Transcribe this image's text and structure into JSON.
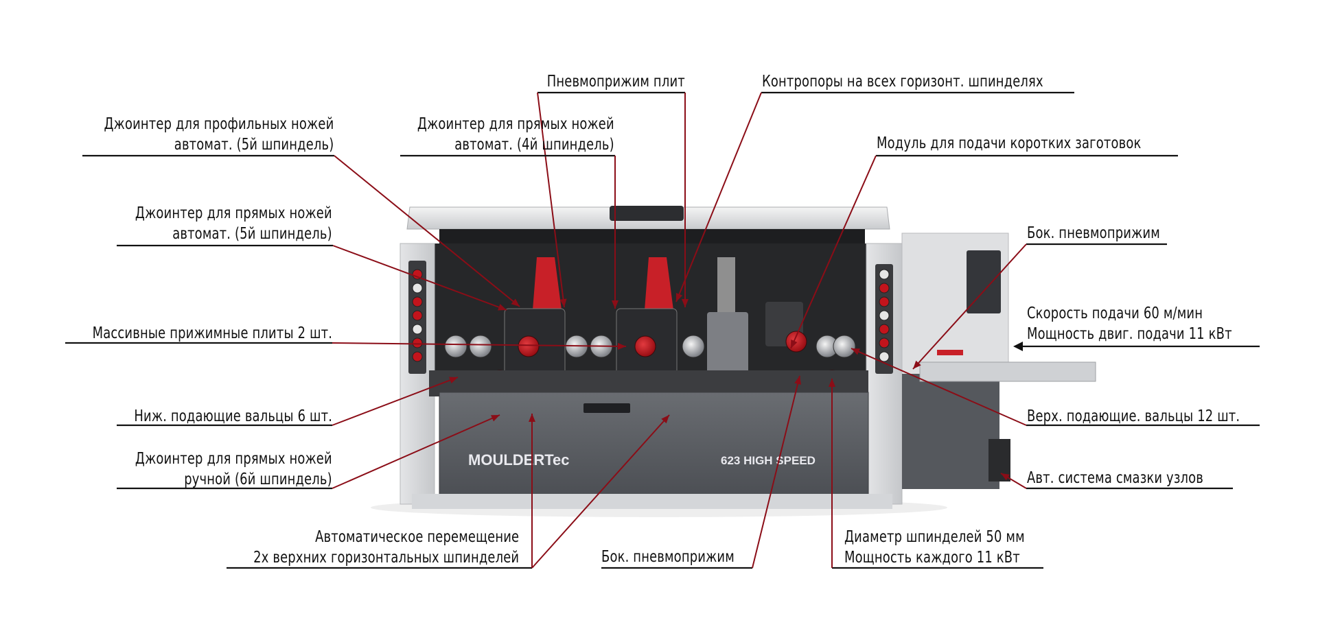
{
  "colors": {
    "leader": "#8b0d17",
    "underline": "#111111",
    "machine_body": "#5b5e63",
    "frame": "#d9dbde",
    "red_part": "#c2141c"
  },
  "machine": {
    "brand": "MOULDERTec",
    "model": "623 HIGH SPEED"
  },
  "labels": {
    "pneumo_plates": [
      "Пневмоприжим плит"
    ],
    "counter_supports": [
      "Контропоры на всех горизонт. шпинделях"
    ],
    "jointer_profile_5": [
      "Джоинтер для профильных ножей",
      "автомат. (5й шпиндель)"
    ],
    "jointer_straight_4": [
      "Джоинтер для прямых ножей",
      "автомат. (4й шпиндель)"
    ],
    "short_blanks_module": [
      "Модуль для подачи коротких заготовок"
    ],
    "jointer_straight_5": [
      "Джоинтер для прямых ножей",
      "автомат. (5й шпиндель)"
    ],
    "side_pneumo_right": [
      "Бок. пневмоприжим"
    ],
    "feed_speed": [
      "Скорость подачи 60 м/мин",
      "Мощность двиг. подачи 11 кВт"
    ],
    "pressure_plates": [
      "Массивные прижимные плиты 2 шт."
    ],
    "lower_rollers": [
      "Ниж. подающие вальцы 6 шт."
    ],
    "upper_rollers": [
      "Верх. подающие. вальцы 12 шт."
    ],
    "jointer_manual_6": [
      "Джоинтер для прямых ножей",
      "ручной (6й шпиндель)"
    ],
    "lubrication": [
      "Авт. система смазки узлов"
    ],
    "auto_move": [
      "Автоматическое перемещение",
      "2х верхних горизонтальных шпинделей"
    ],
    "side_pneumo_bottom": [
      "Бок. пневмоприжим"
    ],
    "spindle_specs": [
      "Диаметр шпинделей 50 мм",
      "Мощность каждого 11 кВт"
    ]
  }
}
